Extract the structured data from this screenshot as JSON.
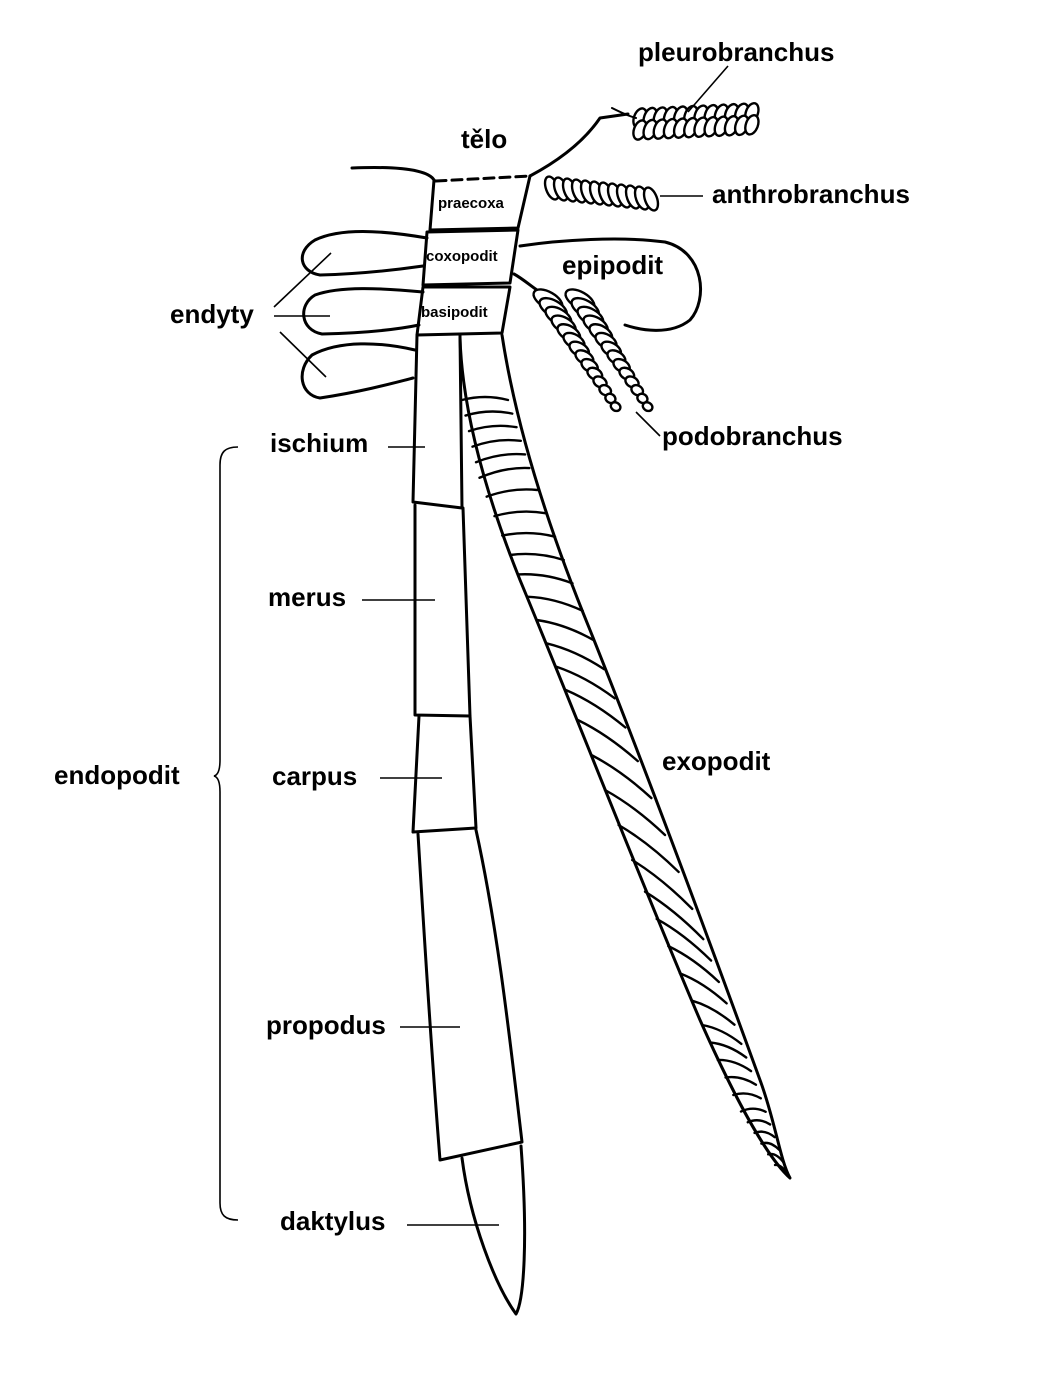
{
  "labels": {
    "pleurobranchus": "pleurobranchus",
    "telo": "tělo",
    "anthrobranchus": "anthrobranchus",
    "epipodit": "epipodit",
    "endyty": "endyty",
    "podobranchus": "podobranchus",
    "ischium": "ischium",
    "merus": "merus",
    "endopodit": "endopodit",
    "carpus": "carpus",
    "exopodit": "exopodit",
    "propodus": "propodus",
    "daktylus": "daktylus",
    "praecoxa": "praecoxa",
    "coxopodit": "coxopodit",
    "basipodit": "basipodit"
  }
}
